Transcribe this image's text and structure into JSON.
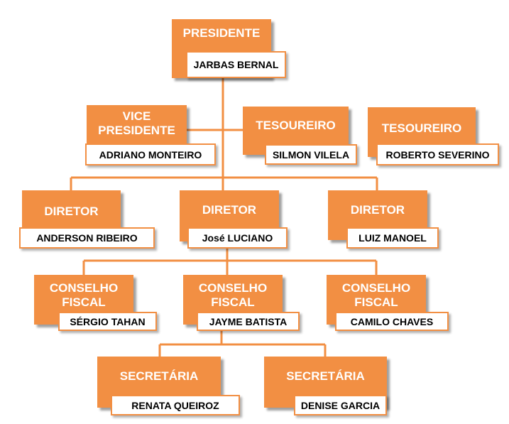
{
  "colors": {
    "accent": "#f28f43",
    "name_bg": "#ffffff",
    "role_text": "#ffffff",
    "name_text": "#000000"
  },
  "nodes": [
    {
      "id": "presidente",
      "role": "PRESIDENTE",
      "name": "JARBAS BERNAL"
    },
    {
      "id": "vice-presidente",
      "role": "VICE PRESIDENTE",
      "name": "ADRIANO MONTEIRO"
    },
    {
      "id": "tesoureiro-1",
      "role": "TESOUREIRO",
      "name": "SILMON VILELA"
    },
    {
      "id": "tesoureiro-2",
      "role": "TESOUREIRO",
      "name": "ROBERTO SEVERINO"
    },
    {
      "id": "diretor-1",
      "role": "DIRETOR",
      "name": "ANDERSON RIBEIRO"
    },
    {
      "id": "diretor-2",
      "role": "DIRETOR",
      "name": "José LUCIANO"
    },
    {
      "id": "diretor-3",
      "role": "DIRETOR",
      "name": "LUIZ MANOEL"
    },
    {
      "id": "conselho-1",
      "role": "CONSELHO FISCAL",
      "name": "SÉRGIO TAHAN"
    },
    {
      "id": "conselho-2",
      "role": "CONSELHO FISCAL",
      "name": "JAYME BATISTA"
    },
    {
      "id": "conselho-3",
      "role": "CONSELHO FISCAL",
      "name": "CAMILO CHAVES"
    },
    {
      "id": "secretaria-1",
      "role": "SECRETÁRIA",
      "name": "RENATA QUEIROZ"
    },
    {
      "id": "secretaria-2",
      "role": "SECRETÁRIA",
      "name": "DENISE GARCIA"
    }
  ]
}
